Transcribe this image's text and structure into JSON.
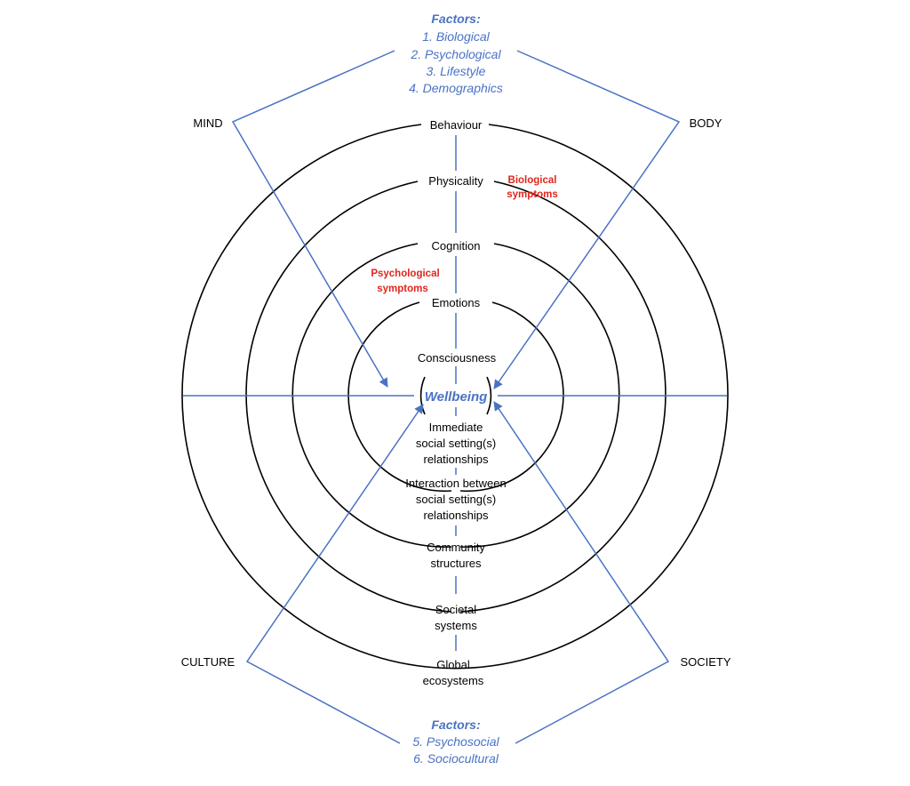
{
  "center": {
    "label": "Wellbeing"
  },
  "corners": {
    "mind": "MIND",
    "body": "BODY",
    "culture": "CULTURE",
    "society": "SOCIETY"
  },
  "factors_top": {
    "title": "Factors:",
    "items": [
      "1. Biological",
      "2. Psychological",
      "3. Lifestyle",
      "4. Demographics"
    ]
  },
  "factors_bottom": {
    "title": "Factors:",
    "items": [
      "5. Psychosocial",
      "6. Sociocultural"
    ]
  },
  "upper_levels": [
    "Behaviour",
    "Physicality",
    "Cognition",
    "Emotions",
    "Consciousness"
  ],
  "lower_levels": [
    [
      "Immediate",
      "social setting(s)",
      "relationships"
    ],
    [
      "Interaction between",
      "social setting(s)",
      "relationships"
    ],
    [
      "Community",
      "structures"
    ],
    [
      "Societal",
      "systems"
    ],
    [
      "Global",
      "ecosystems"
    ]
  ],
  "symptoms": {
    "biological": [
      "Biological",
      "symptoms"
    ],
    "psychological": [
      "Psychological",
      "symptoms"
    ]
  },
  "colors": {
    "accent": "#4a72c4",
    "symptom": "#e0261d",
    "ring": "#000000"
  }
}
